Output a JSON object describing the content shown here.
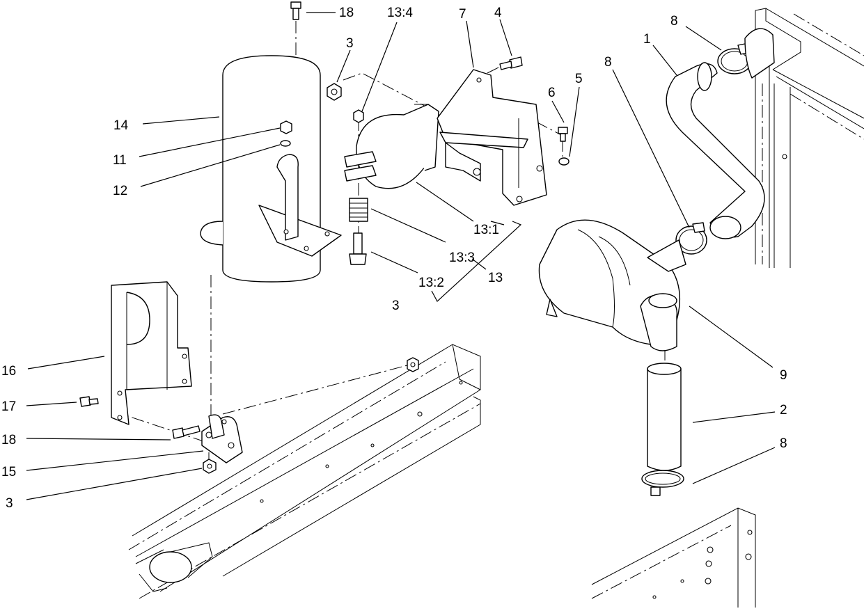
{
  "diagram": {
    "callouts": {
      "c18_top": "18",
      "c3_top": "3",
      "c13_4": "13:4",
      "c7": "7",
      "c4": "4",
      "c8_top": "8",
      "c1": "1",
      "c8_mid": "8",
      "c6": "6",
      "c5": "5",
      "c14": "14",
      "c11": "11",
      "c12": "12",
      "c13_1": "13:1",
      "c13_3": "13:3",
      "c13": "13",
      "c13_2": "13:2",
      "c3_mid": "3",
      "c9": "9",
      "c16": "16",
      "c17": "17",
      "c2": "2",
      "c8_bot": "8",
      "c18_bot": "18",
      "c15": "15",
      "c3_bot": "3"
    }
  }
}
